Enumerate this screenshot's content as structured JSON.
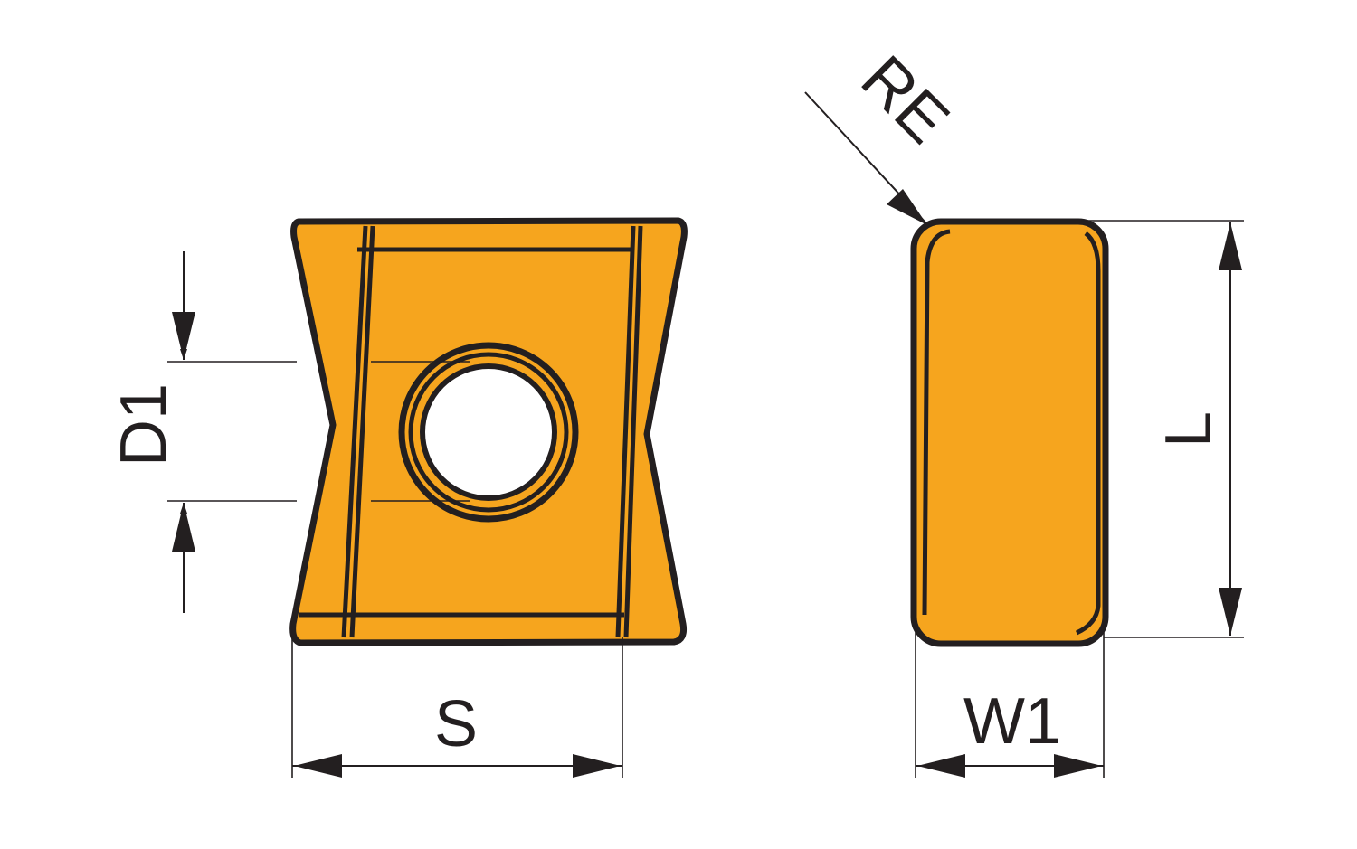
{
  "colors": {
    "insert_fill": "#F6A51E",
    "outline": "#231f20",
    "hole": "#ffffff"
  },
  "labels": {
    "d1": "D1",
    "s": "S",
    "re": "RE",
    "l": "L",
    "w1": "W1"
  }
}
